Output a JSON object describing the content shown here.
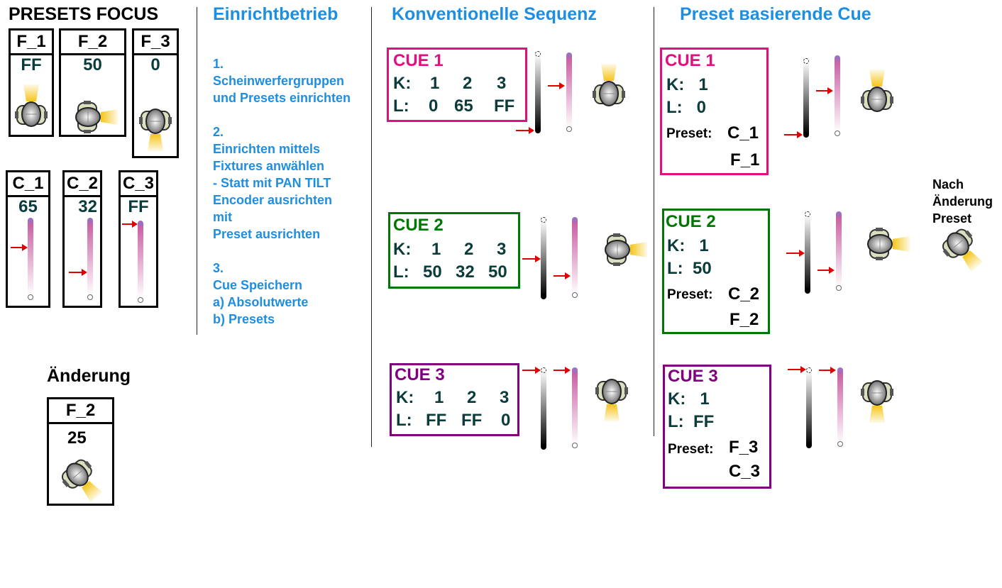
{
  "presets_focus": {
    "title": "PRESETS FOCUS",
    "focus": [
      {
        "label": "F_1",
        "value": "FF"
      },
      {
        "label": "F_2",
        "value": "50"
      },
      {
        "label": "F_3",
        "value": "0"
      }
    ],
    "color": [
      {
        "label": "C_1",
        "value": "65",
        "level": 0.65
      },
      {
        "label": "C_2",
        "value": "32",
        "level": 0.32
      },
      {
        "label": "C_3",
        "value": "FF",
        "level": 1.0
      }
    ]
  },
  "aenderung": {
    "title": "Änderung",
    "label": "F_2",
    "value": "25"
  },
  "einrichtbetrieb": {
    "title": "Einrichtbetrieb",
    "lines": [
      "1.",
      "Scheinwerfergruppen",
      "und Presets einrichten",
      "",
      "2.",
      "Einrichten mittels",
      "Fixtures anwählen",
      "- Statt mit PAN TILT",
      "Encoder ausrichten",
      "mit",
      "Preset ausrichten",
      "",
      "3.",
      "Cue Speichern",
      "a) Absolutwerte",
      "b) Presets"
    ]
  },
  "konventionell": {
    "title": "Konventionelle Sequenz",
    "cues": [
      {
        "name": "CUE 1",
        "color": "#e0107f",
        "k_label": "K:",
        "l_label": "L:",
        "k": [
          "1",
          "2",
          "3"
        ],
        "l": [
          "0",
          "65",
          "FF"
        ]
      },
      {
        "name": "CUE  2",
        "color": "#007700",
        "k_label": "K:",
        "l_label": "L:",
        "k": [
          "1",
          "2",
          "3"
        ],
        "l": [
          "50",
          "32",
          "50"
        ]
      },
      {
        "name": "CUE 3",
        "color": "#800080",
        "k_label": "K:",
        "l_label": "L:",
        "k": [
          "1",
          "2",
          "3"
        ],
        "l": [
          "FF",
          "FF",
          "0"
        ]
      }
    ]
  },
  "preset_basierend": {
    "title": "Preset ʙasierende Cue",
    "preset_label": "Preset:",
    "cues": [
      {
        "name": "CUE 1",
        "color": "#e0107f",
        "k": "K:   1",
        "l": "L:   0",
        "p1": "C_1",
        "p2": "F_1"
      },
      {
        "name": "CUE  2",
        "color": "#007700",
        "k": "K:   1",
        "l": "L:  50",
        "p1": "C_2",
        "p2": "F_2"
      },
      {
        "name": "CUE 3",
        "color": "#800080",
        "k": "K:   1",
        "l": "L:  FF",
        "p1": "F_3",
        "p2": "C_3"
      }
    ]
  },
  "nach_aenderung": {
    "lines": [
      "Nach",
      "Änderung",
      "Preset"
    ]
  },
  "colors": {
    "accent_blue": "#1e8fe0",
    "arrow_red": "#e00000",
    "beam_yellow": "#f5c518"
  }
}
